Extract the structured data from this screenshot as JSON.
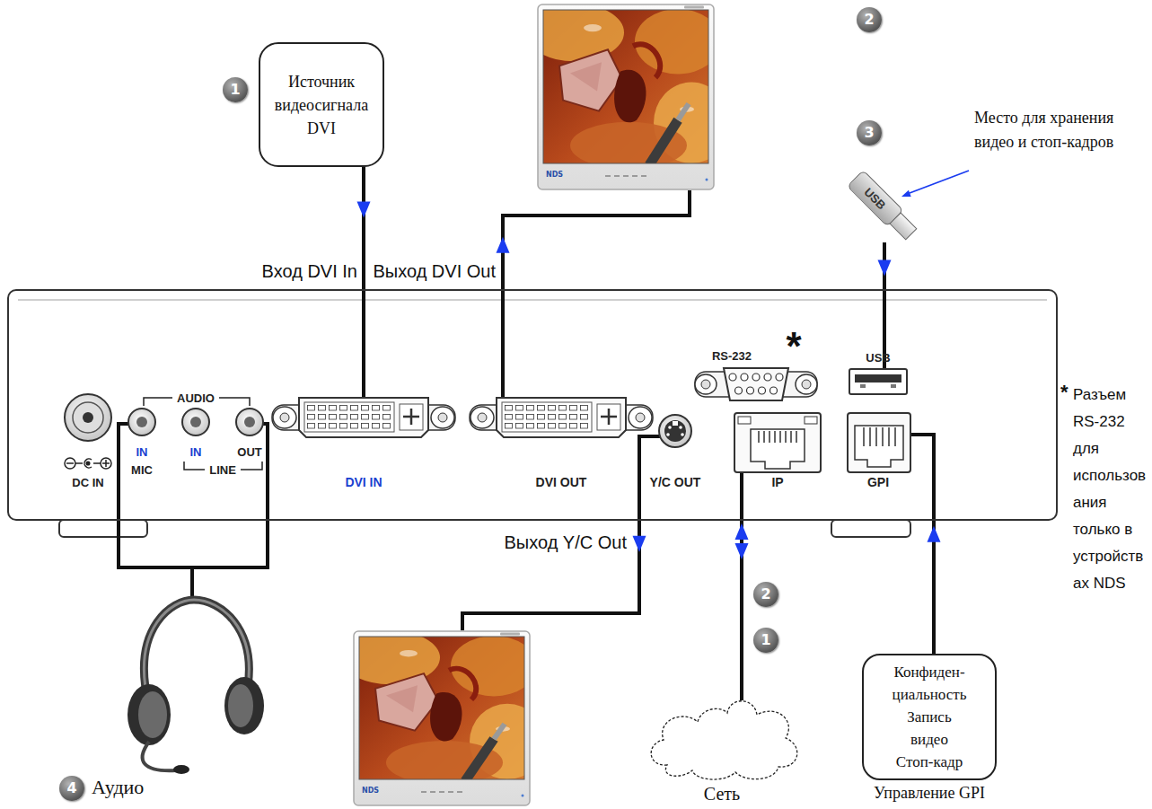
{
  "diagram": {
    "nodes": [
      {
        "text": [
          "Источник видеосигнала DVI"
        ]
      },
      {
        "text": [
          "NDS"
        ]
      },
      {
        "text": [
          "USB"
        ]
      },
      {
        "text": [
          "RS-232",
          "USB",
          "AUDIO",
          "IN",
          "IN",
          "OUT",
          "DC IN",
          "MIC",
          "LINE",
          "DVI IN",
          "DVI OUT",
          "Y/C OUT",
          "IP",
          "GPI"
        ]
      },
      {
        "text": [
          "NDS"
        ]
      },
      {
        "text": [
          "Сеть"
        ]
      },
      {
        "text": [
          "Конфиден- циальность",
          "Запись видео",
          "Стоп-кадр",
          "Управление GPI"
        ]
      }
    ],
    "edges": [
      {
        "from": 0,
        "to": 3,
        "arrow": "to",
        "label": "Вход DVI In"
      },
      {
        "from": 3,
        "to": 1,
        "arrow": "to",
        "label": "Выход DVI Out"
      },
      {
        "from": 2,
        "to": 3,
        "arrow": "to"
      },
      {
        "from": 3,
        "to": 4,
        "arrow": "to",
        "label": "Выход Y/C Out"
      },
      {
        "from": 3,
        "to": 5,
        "arrow": "both"
      },
      {
        "from": 6,
        "to": 3,
        "arrow": "to"
      }
    ],
    "labels": [
      "1",
      "2",
      "3",
      "Место для хранения видео и стоп-кадров",
      "*",
      "*",
      "Разъем RS-232 для использования только в устройствах NDS",
      "2",
      "1",
      "4",
      "Аудио"
    ]
  }
}
